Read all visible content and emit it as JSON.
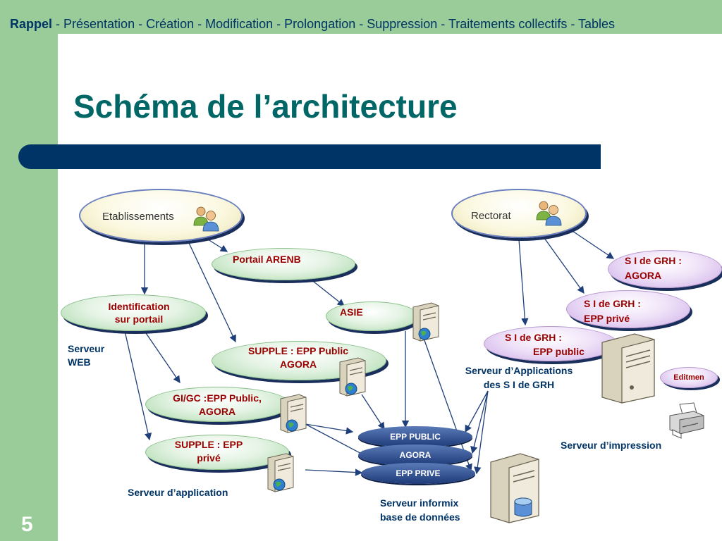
{
  "header": {
    "nav_highlight": "Rappel",
    "nav_rest": " - Présentation - Création - Modification - Prolongation - Suppression - Traitements collectifs - Tables"
  },
  "slide": {
    "title": "Schéma de l’architecture",
    "page_number": "5"
  },
  "nodes": {
    "etablissements": "Etablissements",
    "rectorat": "Rectorat",
    "portail_arenb": "Portail ARENB",
    "asie": "ASIE",
    "identification_l1": "Identification",
    "identification_l2": "sur portail",
    "supple_public_l1": "SUPPLE : EPP Public",
    "supple_public_l2": "AGORA",
    "gigc_l1": "GI/GC :EPP Public,",
    "gigc_l2": "AGORA",
    "supple_prive_l1": "SUPPLE : EPP",
    "supple_prive_l2": "privé",
    "sigrh_agora_l1": "S I de GRH :",
    "sigrh_agora_l2": "AGORA",
    "sigrh_prive_l1": "S I de GRH :",
    "sigrh_prive_l2": "EPP privé",
    "sigrh_public_l1": "S I de GRH :",
    "sigrh_public_l2": "EPP public",
    "editmen": "Editmen",
    "db_public": "EPP PUBLIC",
    "db_agora": "AGORA",
    "db_prive": "EPP PRIVE"
  },
  "labels": {
    "serveur_web_l1": "Serveur",
    "serveur_web_l2": "WEB",
    "serveur_application": "Serveur d’application",
    "serveur_applications_grh_l1": "Serveur d’Applications",
    "serveur_applications_grh_l2": "des S I de GRH",
    "serveur_impression": "Serveur d’impression",
    "serveur_informix_l1": "Serveur informix",
    "serveur_informix_l2": "base de données"
  },
  "colors": {
    "accent_green": "#99cc99",
    "title_teal": "#006666",
    "navy": "#003366",
    "node_red": "#990000"
  },
  "icons": [
    "users-icon",
    "server-icon",
    "database-server-icon",
    "printer-icon"
  ]
}
